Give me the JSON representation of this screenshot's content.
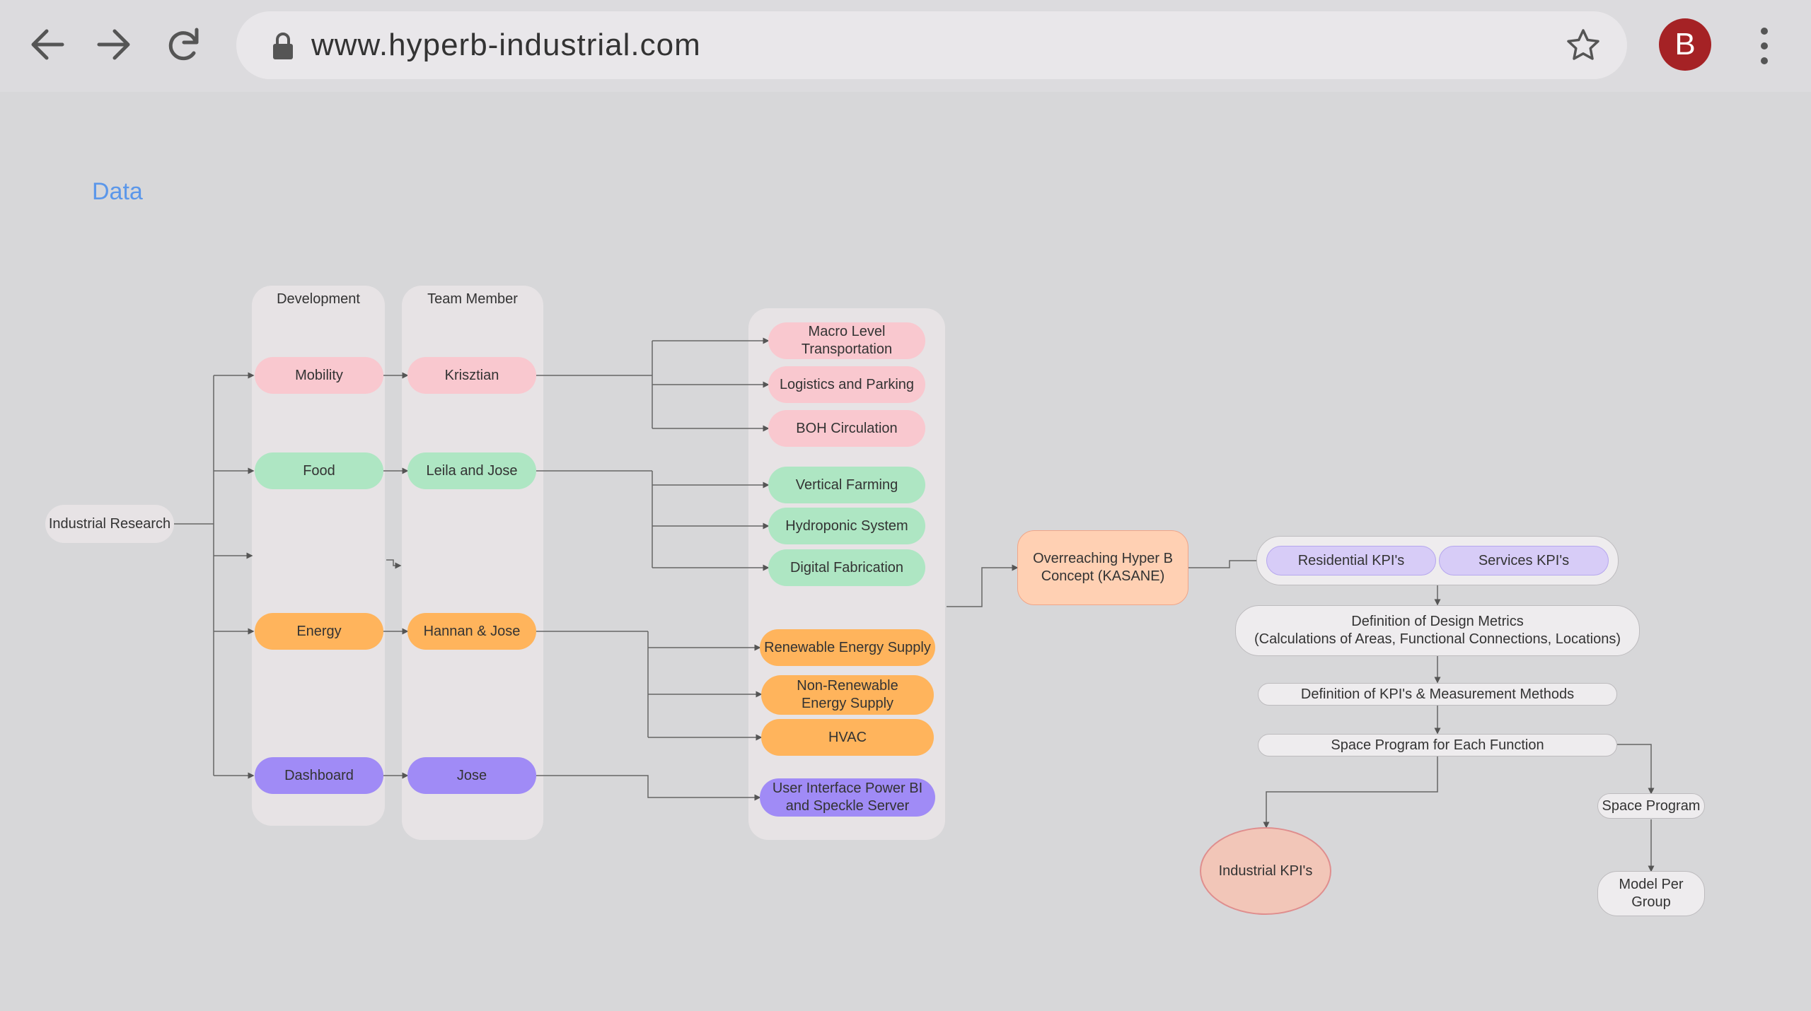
{
  "browser": {
    "url": "www.hyperb-industrial.com",
    "avatar_letter": "B"
  },
  "page": {
    "title": "Data"
  },
  "diagram": {
    "root": "Industrial Research",
    "lanes": {
      "development": "Development",
      "team": "Team Member"
    },
    "development": [
      "Mobility",
      "Food",
      "Energy",
      "Dashboard"
    ],
    "team": [
      "Krisztian",
      "Leila and Jose",
      "Hannan & Jose",
      "Jose"
    ],
    "topics": {
      "mobility": [
        "Macro Level Transportation",
        "Logistics and Parking",
        "BOH Circulation"
      ],
      "food": [
        "Vertical Farming",
        "Hydroponic System",
        "Digital Fabrication"
      ],
      "energy": [
        "Renewable Energy Supply",
        "Non-Renewable Energy Supply",
        "HVAC"
      ],
      "dashboard": [
        "User Interface Power BI and Speckle Server"
      ]
    },
    "concept": "Overreaching Hyper B Concept (KASANE)",
    "kpis": [
      "Residential KPI's",
      "Services KPI's"
    ],
    "design_metrics": "Definition of Design Metrics",
    "design_metrics_sub": "(Calculations of Areas, Functional Connections, Locations)",
    "kpi_methods": "Definition of KPI's & Measurement Methods",
    "space_program_function": "Space Program for Each Function",
    "industrial_kpis": "Industrial KPI's",
    "space_program": "Space Program",
    "model_per_group": "Model Per Group"
  },
  "colors": {
    "mobility": "#f9c8cf",
    "food": "#aee6c3",
    "energy": "#ffb45c",
    "dashboard": "#a08bf6",
    "title_link": "#5b97ea",
    "avatar": "#a52225"
  }
}
